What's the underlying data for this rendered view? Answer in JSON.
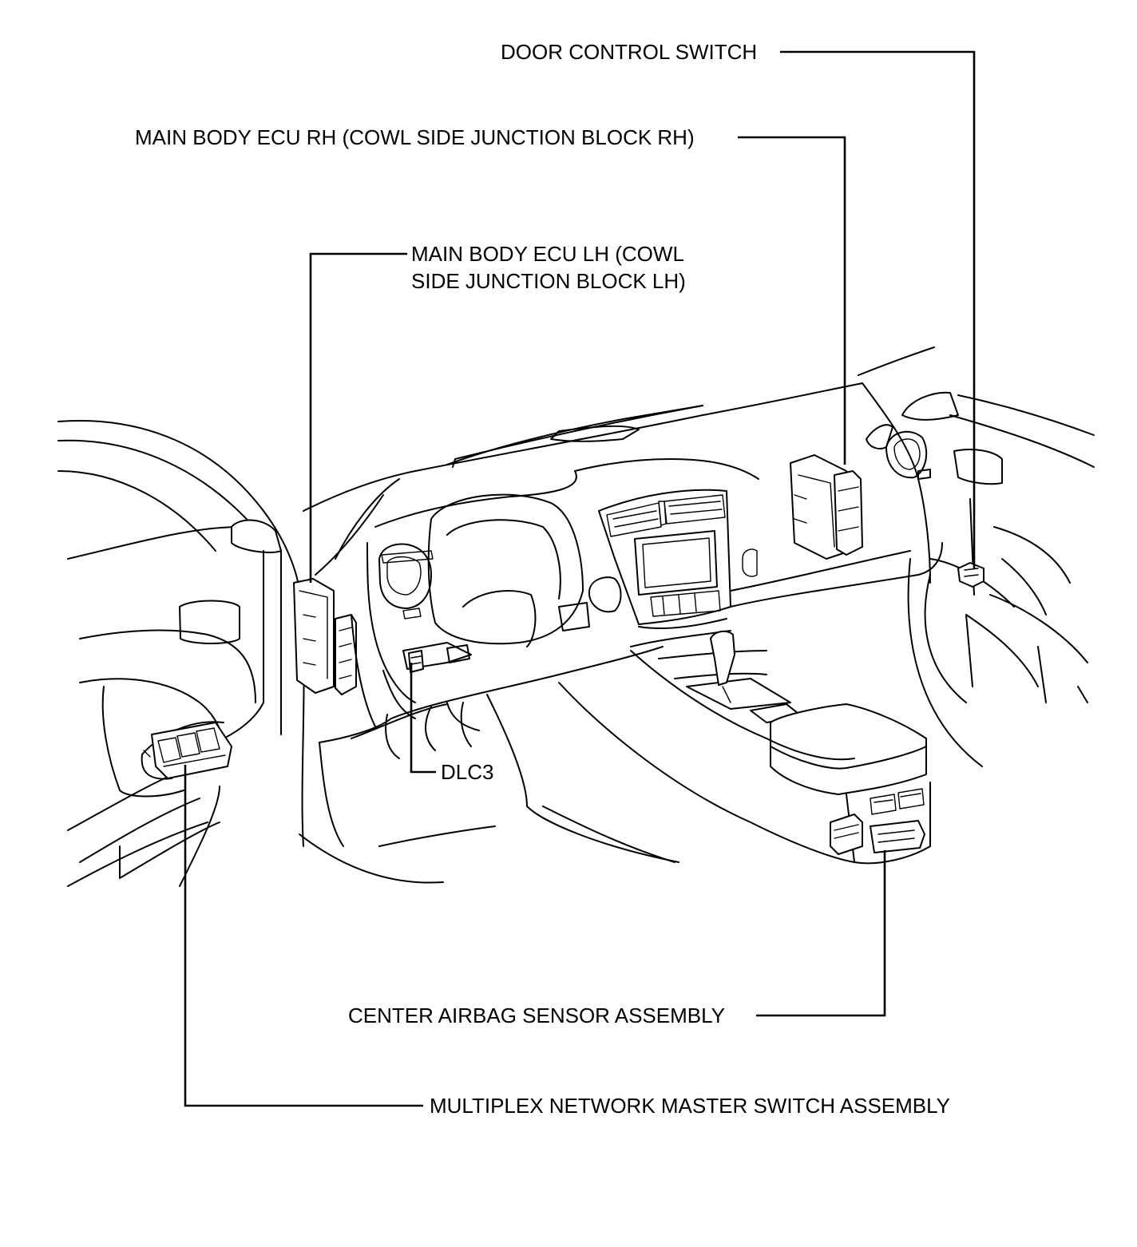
{
  "labels": {
    "door_control_switch": "DOOR CONTROL SWITCH",
    "main_body_ecu_rh": "MAIN BODY ECU RH (COWL SIDE JUNCTION BLOCK RH)",
    "main_body_ecu_lh_line1": "MAIN BODY ECU LH (COWL",
    "main_body_ecu_lh_line2": "SIDE JUNCTION BLOCK LH)",
    "dlc3": "DLC3",
    "center_airbag_sensor": "CENTER AIRBAG SENSOR ASSEMBLY",
    "multiplex_master_switch": "MULTIPLEX NETWORK MASTER SWITCH ASSEMBLY"
  },
  "colors": {
    "line": "#000000",
    "background": "#ffffff"
  }
}
